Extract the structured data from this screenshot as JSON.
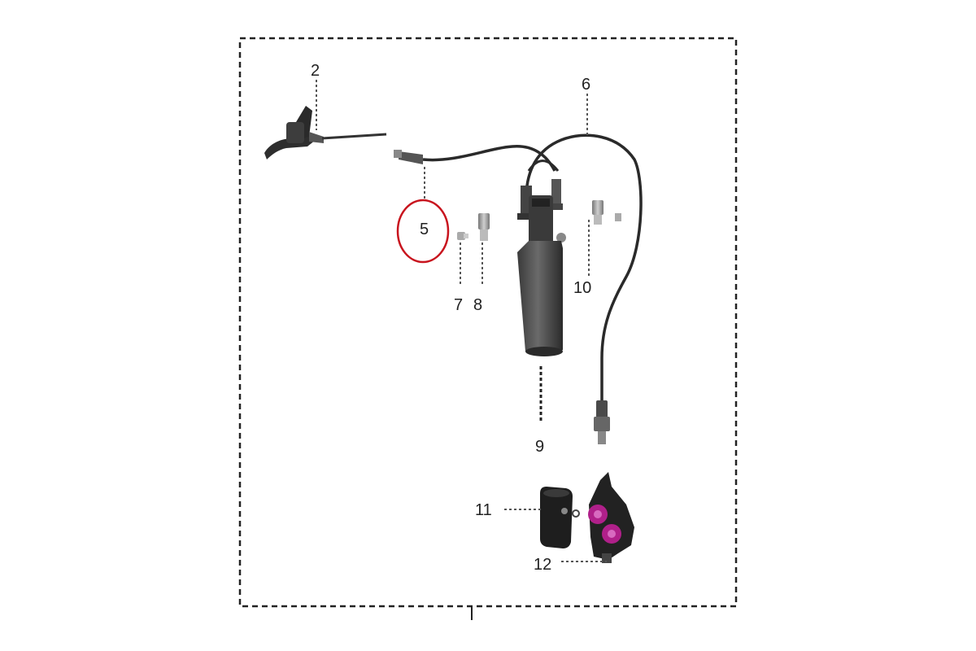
{
  "labels": {
    "lever": "2",
    "hose_short": "5",
    "hose_long": "6",
    "bolt_small": "7",
    "bolt_fitting": "8",
    "reservoir": "9",
    "fitting_right": "10",
    "brake_pad": "11",
    "caliper": "12"
  },
  "colors": {
    "frame": "#222222",
    "highlight_circle": "#c8141e",
    "part_dark": "#2e2e2e",
    "part_mid": "#5a5a5a",
    "part_light": "#9a9a9a",
    "piston": "#b0208a"
  }
}
